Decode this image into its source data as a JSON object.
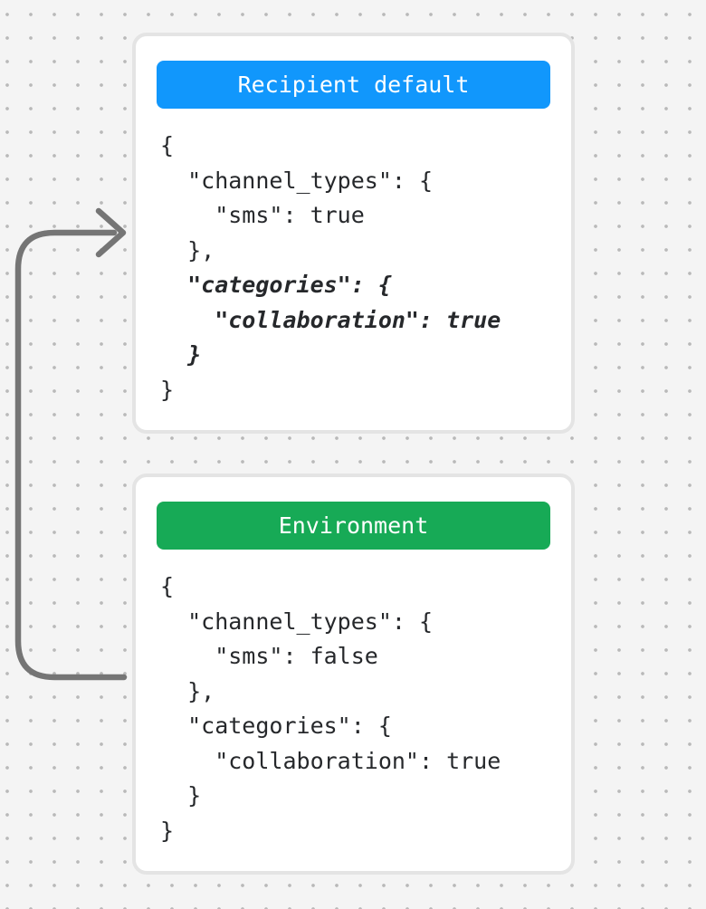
{
  "canvas": {
    "background_color": "#f4f4f4",
    "dot_color": "#b9b9b9",
    "arrow_color": "#757575",
    "card_border_color": "#e4e4e4",
    "code_text_color": "#26282b"
  },
  "cards": [
    {
      "title": "Recipient default",
      "header_color": "#1197fc",
      "lines": [
        {
          "text": "{",
          "emphasis": false
        },
        {
          "text": "  \"channel_types\": {",
          "emphasis": false
        },
        {
          "text": "    \"sms\": true",
          "emphasis": false
        },
        {
          "text": "  },",
          "emphasis": false
        },
        {
          "text": "  \"categories\": {",
          "emphasis": true
        },
        {
          "text": "    \"collaboration\": true",
          "emphasis": true
        },
        {
          "text": "  }",
          "emphasis": true
        },
        {
          "text": "}",
          "emphasis": false
        }
      ]
    },
    {
      "title": "Environment",
      "header_color": "#17aa56",
      "lines": [
        {
          "text": "{",
          "emphasis": false
        },
        {
          "text": "  \"channel_types\": {",
          "emphasis": false
        },
        {
          "text": "    \"sms\": false",
          "emphasis": false
        },
        {
          "text": "  },",
          "emphasis": false
        },
        {
          "text": "  \"categories\": {",
          "emphasis": false
        },
        {
          "text": "    \"collaboration\": true",
          "emphasis": false
        },
        {
          "text": "  }",
          "emphasis": false
        },
        {
          "text": "}",
          "emphasis": false
        }
      ]
    }
  ]
}
